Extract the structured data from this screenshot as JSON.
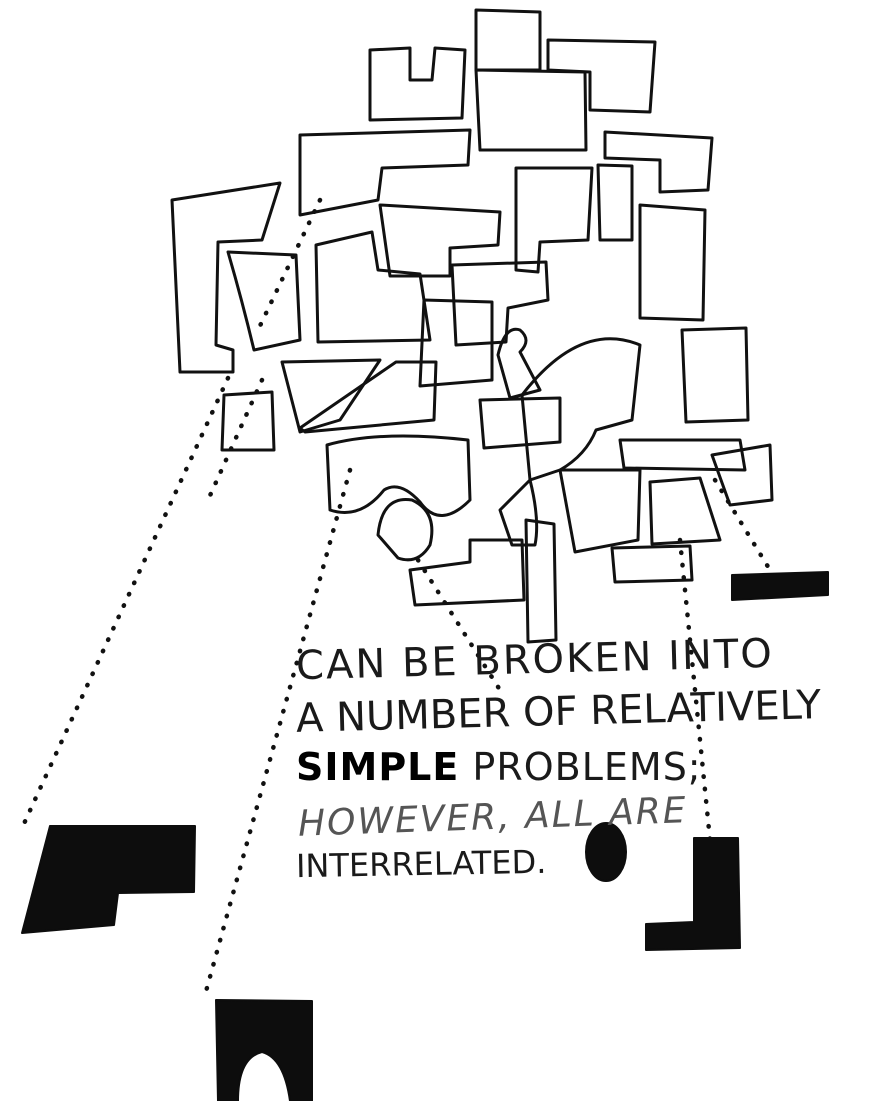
{
  "caption": {
    "line1": "CAN BE BROKEN INTO",
    "line2": "A NUMBER OF RELATIVELY",
    "line3_emphasis": "SIMPLE",
    "line3_rest": " PROBLEMS;",
    "line4": "HOWEVER, ALL ARE",
    "line5": "INTERRELATED."
  },
  "colors": {
    "ink": "#111111",
    "paper": "#ffffff"
  }
}
